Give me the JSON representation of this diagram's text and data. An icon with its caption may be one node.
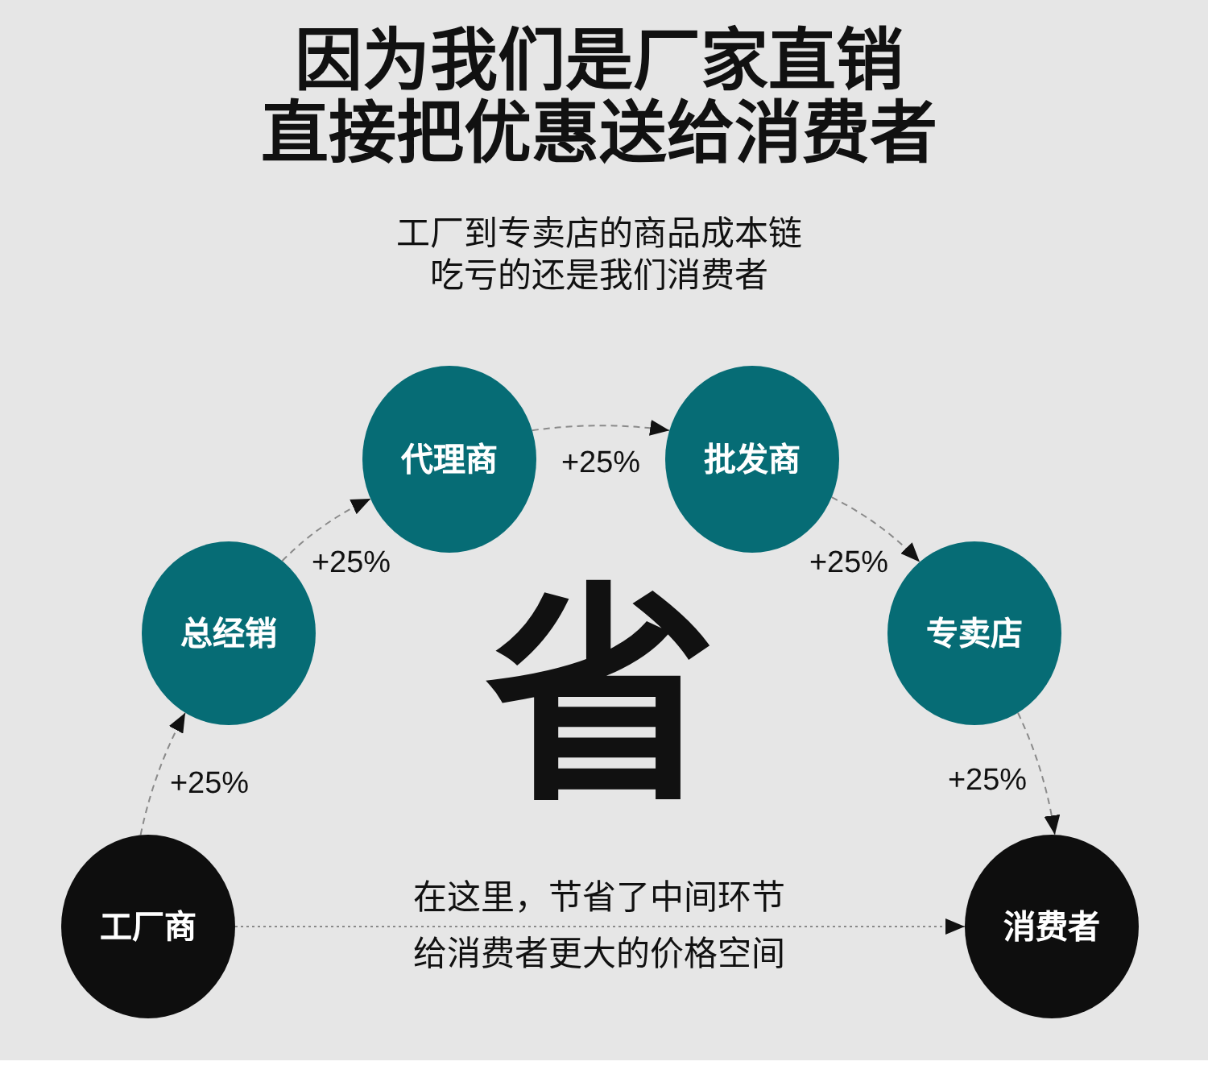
{
  "diagram": {
    "title": "因为我们是厂家直销直接把优惠送给消费者",
    "nodes": [
      {
        "text": [
          "工厂商"
        ]
      },
      {
        "text": [
          "总经销"
        ]
      },
      {
        "text": [
          "代理商"
        ]
      },
      {
        "text": [
          "批发商"
        ]
      },
      {
        "text": [
          "专卖店"
        ]
      },
      {
        "text": [
          "消费者"
        ]
      }
    ],
    "edges": [
      {
        "from": 0,
        "to": 1,
        "arrow": "to",
        "label": "+25%",
        "style": "dashed"
      },
      {
        "from": 1,
        "to": 2,
        "arrow": "to",
        "label": "+25%",
        "style": "dashed"
      },
      {
        "from": 2,
        "to": 3,
        "arrow": "to",
        "label": "+25%",
        "style": "dashed"
      },
      {
        "from": 3,
        "to": 4,
        "arrow": "to",
        "label": "+25%",
        "style": "dashed"
      },
      {
        "from": 4,
        "to": 5,
        "arrow": "to",
        "label": "+25%",
        "style": "dashed"
      },
      {
        "from": 0,
        "to": 5,
        "arrow": "to",
        "label": "在这里，节省了中间环节给消费者更大的价格空间",
        "style": "dashed"
      }
    ],
    "labels": [
      "工厂到专卖店的商品成本链吃亏的还是我们消费者",
      "省"
    ]
  }
}
